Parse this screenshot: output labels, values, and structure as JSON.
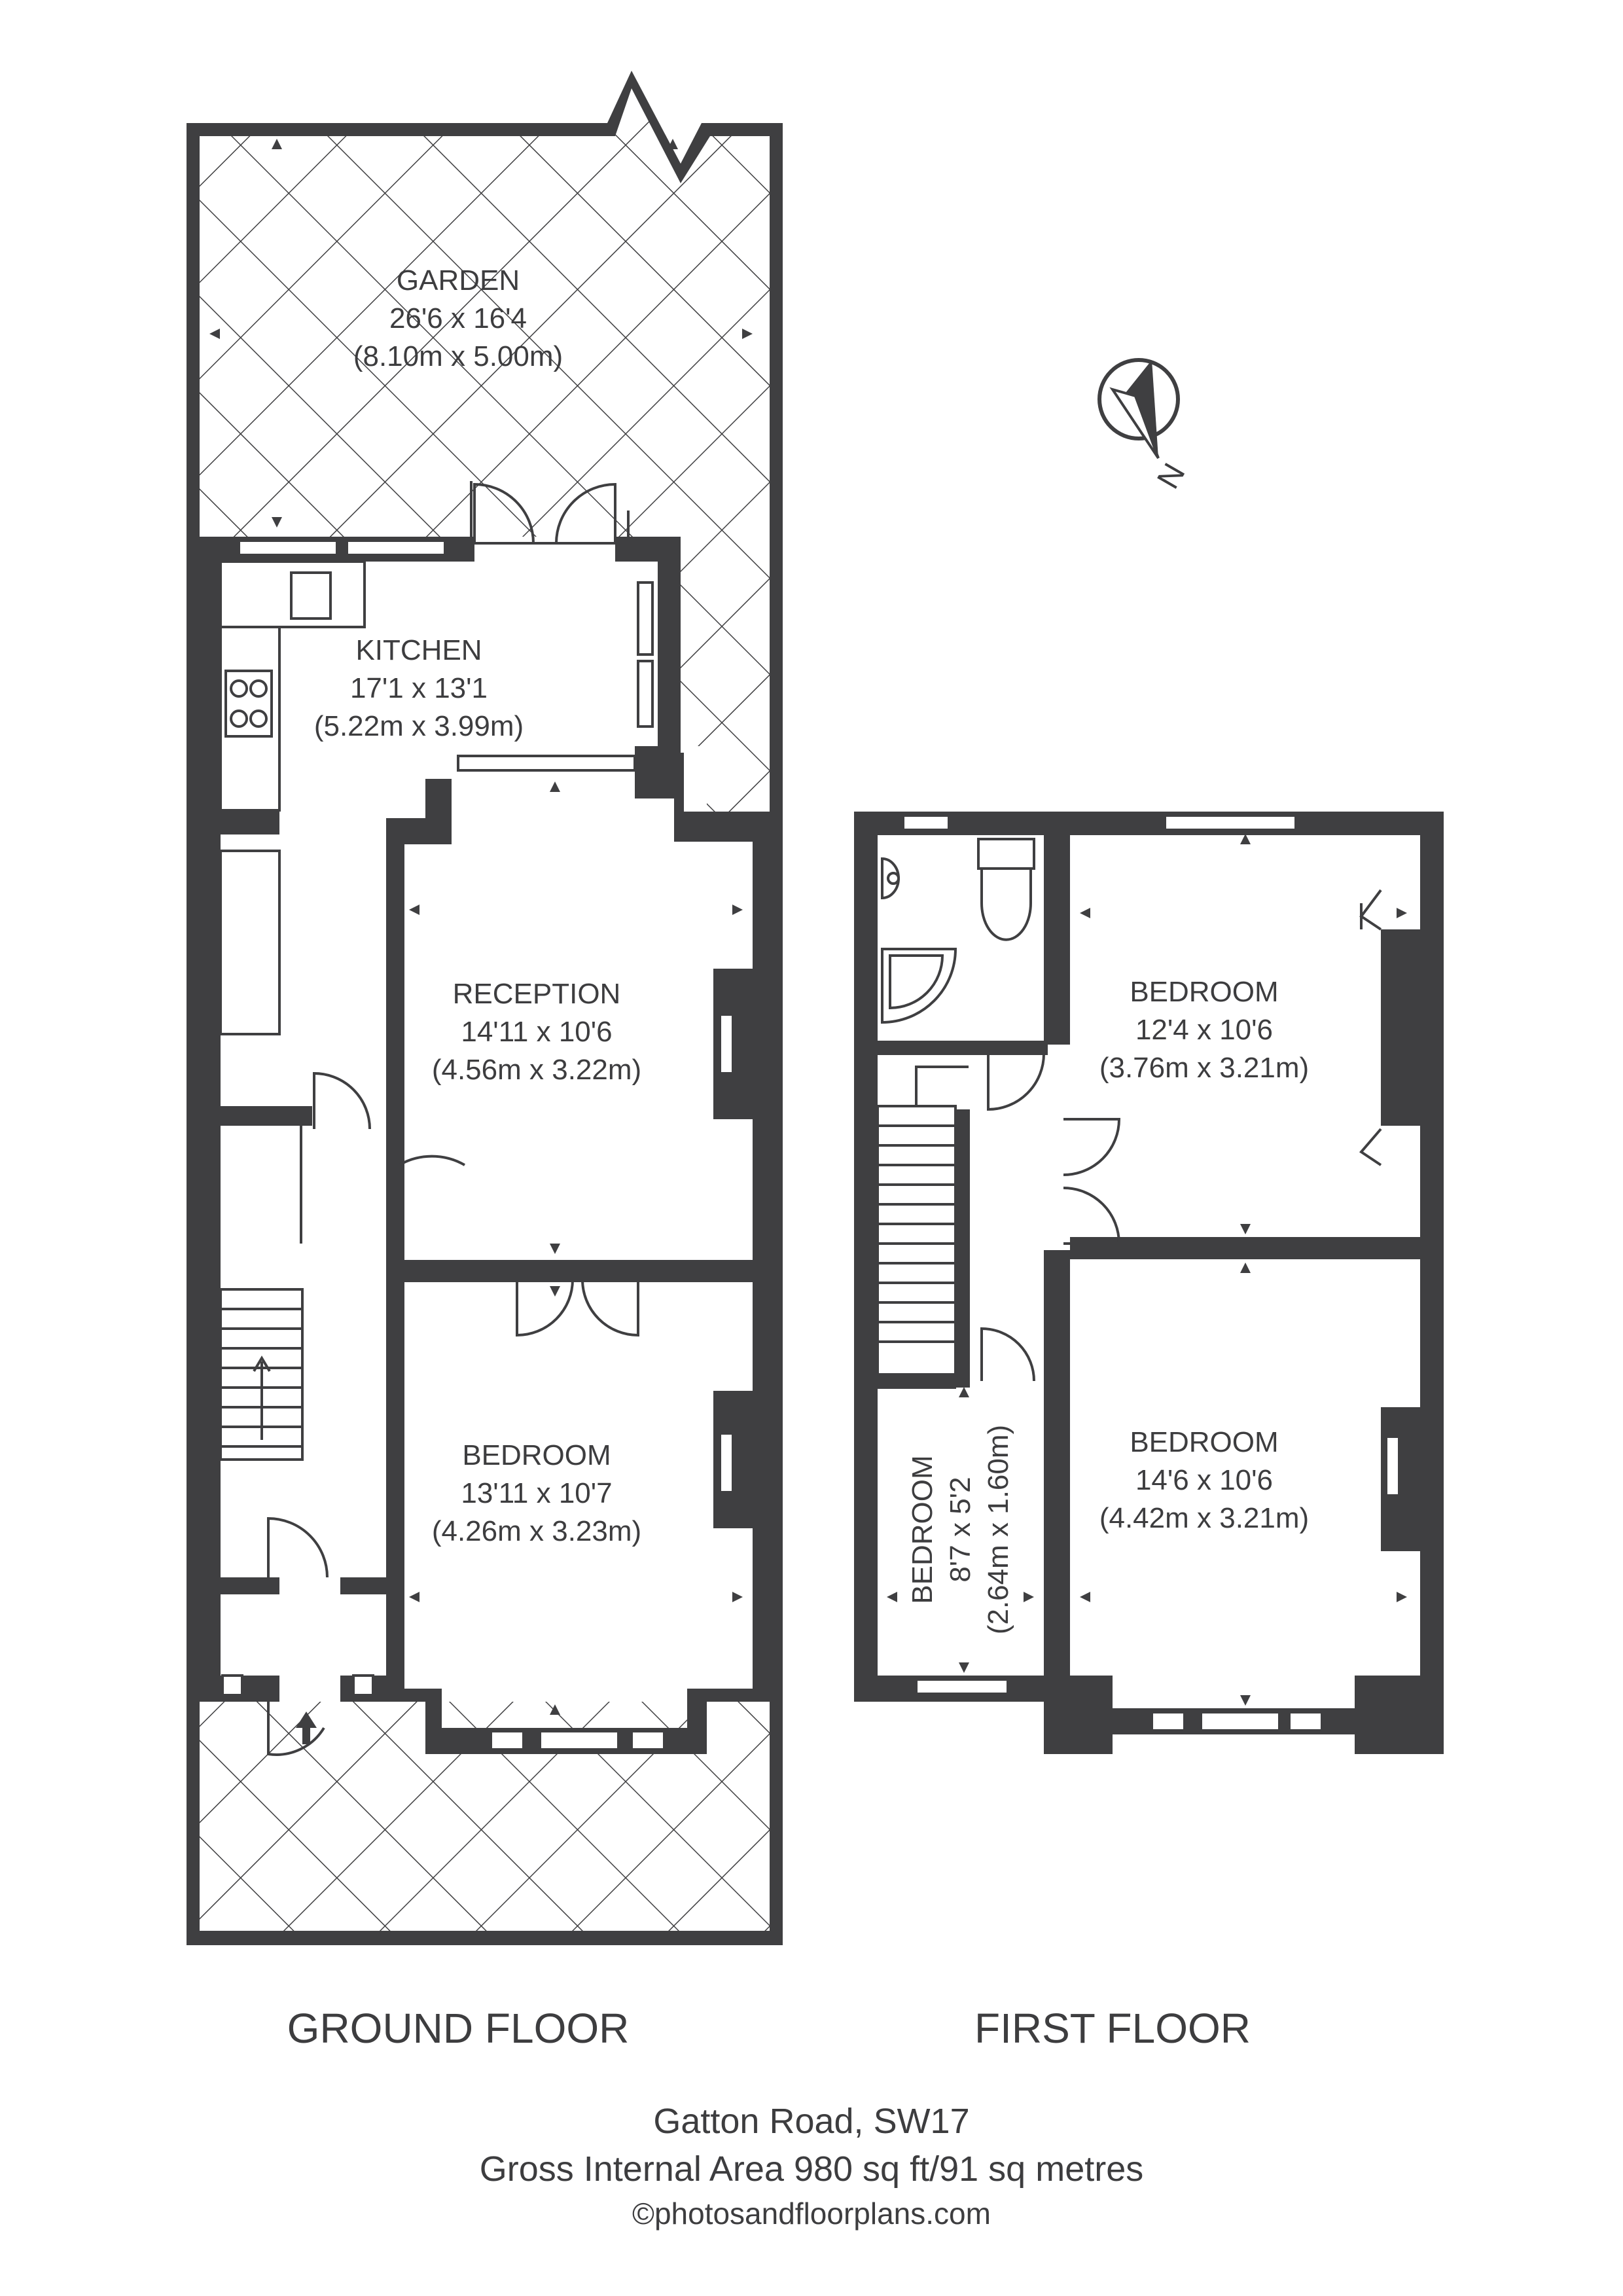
{
  "ground_floor": {
    "label": "GROUND FLOOR",
    "rooms": {
      "garden": {
        "name": "GARDEN",
        "imperial": "26'6 x 16'4",
        "metric": "(8.10m x 5.00m)"
      },
      "kitchen": {
        "name": "KITCHEN",
        "imperial": "17'1 x 13'1",
        "metric": "(5.22m x 3.99m)"
      },
      "reception": {
        "name": "RECEPTION",
        "imperial": "14'11 x 10'6",
        "metric": "(4.56m x 3.22m)"
      },
      "bedroom": {
        "name": "BEDROOM",
        "imperial": "13'11 x 10'7",
        "metric": "(4.26m x 3.23m)"
      }
    }
  },
  "first_floor": {
    "label": "FIRST FLOOR",
    "rooms": {
      "bedroom_rear": {
        "name": "BEDROOM",
        "imperial": "12'4 x 10'6",
        "metric": "(3.76m x 3.21m)"
      },
      "bedroom_front": {
        "name": "BEDROOM",
        "imperial": "14'6 x 10'6",
        "metric": "(4.42m x 3.21m)"
      },
      "bedroom_small": {
        "name": "BEDROOM",
        "imperial": "8'7 x 5'2",
        "metric": "(2.64m x 1.60m)"
      }
    }
  },
  "compass": {
    "label": "N"
  },
  "footer": {
    "address": "Gatton Road, SW17",
    "area": "Gross Internal Area 980 sq ft/91 sq metres",
    "copyright": "©photosandfloorplans.com"
  },
  "colors": {
    "wall": "#3f3f41",
    "text": "#3d3d3f",
    "background": "#ffffff"
  }
}
